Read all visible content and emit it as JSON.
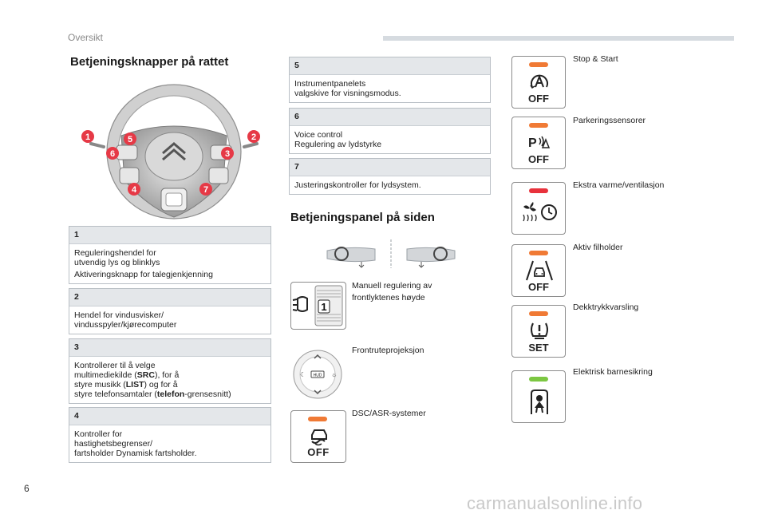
{
  "header": {
    "section_label": "Oversikt"
  },
  "left": {
    "title": "Betjeningsknapper på rattet",
    "wheel_markers": [
      "1",
      "2",
      "3",
      "4",
      "5",
      "6",
      "7"
    ],
    "boxes": [
      {
        "num": "1",
        "lines": [
          "Reguleringshendel for",
          "utvendig lys og blinklys"
        ],
        "extra": "Aktiveringsknapp for talegjenkjenning"
      },
      {
        "num": "2",
        "lines": [
          "Hendel for vindusvisker/",
          "vindusspyler/kjørecomputer"
        ]
      },
      {
        "num": "3",
        "l1": "Kontrollerer til å velge",
        "l2a": "multimediekilde (",
        "l2b": "SRC",
        "l2c": "), for å",
        "l3a": "styre musikk (",
        "l3b": "LIST",
        "l3c": ") og for å",
        "l4a": "styre telefonsamtaler (",
        "l4b": "telefon",
        "l4c": "-grensesnitt)"
      },
      {
        "num": "4",
        "lines": [
          "Kontroller for",
          "hastighetsbegrenser/",
          "fartsholder Dynamisk fartsholder."
        ]
      }
    ]
  },
  "middle": {
    "boxes": [
      {
        "num": "5",
        "lines": [
          "Instrumentpanelets",
          "valgskive for visningsmodus."
        ]
      },
      {
        "num": "6",
        "lines": [
          "Voice control",
          "Regulering av lydstyrke"
        ]
      },
      {
        "num": "7",
        "lines": [
          "Justeringskontroller for lydsystem."
        ]
      }
    ],
    "panel_title": "Betjeningspanel på siden",
    "items": [
      {
        "lines": [
          "Manuell regulering av",
          "frontlyktenes høyde"
        ],
        "dial_value": "1"
      },
      {
        "lines": [
          "Frontruteprojeksjon"
        ],
        "pad_label": "HUD"
      },
      {
        "lines": [
          "DSC/ASR-systemer"
        ],
        "icon_text": "OFF",
        "led": "#f07a35"
      }
    ]
  },
  "right": {
    "items": [
      {
        "label": "Stop & Start",
        "icon_text": "OFF",
        "led": "#f07a35"
      },
      {
        "label": "Parkeringssensorer",
        "icon_text": "OFF",
        "led": "#f07a35"
      },
      {
        "label": "Ekstra varme/ventilasjon",
        "led": "#e8323c"
      },
      {
        "label": "Aktiv filholder",
        "icon_text": "OFF",
        "led": "#f07a35"
      },
      {
        "label": "Dekktrykkvarsling",
        "icon_text": "SET",
        "led": "#f07a35"
      },
      {
        "label": "Elektrisk barnesikring",
        "led": "#7cc742"
      }
    ]
  },
  "footer": {
    "page_number": "6",
    "watermark": "carmanualsonline.info"
  },
  "colors": {
    "marker_red": "#e63946",
    "led_orange": "#f07a35",
    "led_red": "#e8323c",
    "led_green": "#7cc742",
    "box_header": "#e4e7ea"
  }
}
